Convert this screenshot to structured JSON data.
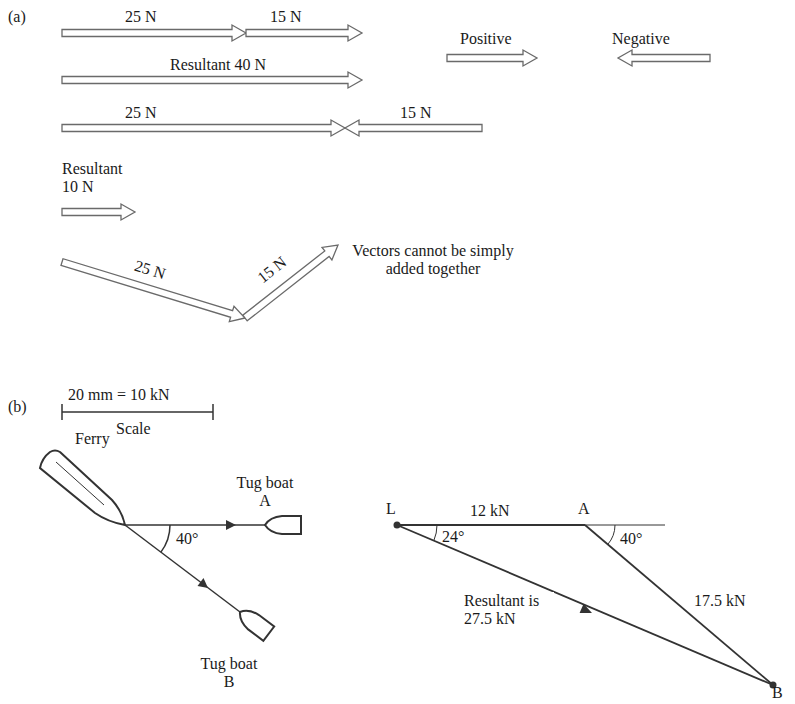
{
  "diagram": {
    "labels": [
      "(a)",
      "25 N",
      "15 N",
      "Resultant 40 N",
      "Positive",
      "Negative",
      "25 N",
      "15 N",
      "Resultant 10 N",
      "25 N",
      "15 N",
      "Vectors cannot be simply added together",
      "(b)",
      "20 mm = 10 kN",
      "Scale",
      "Ferry",
      "Tug boat A",
      "40°",
      "Tug boat B",
      "L",
      "12 kN",
      "A",
      "24°",
      "40°",
      "Resultant is 27.5 kN",
      "17.5 kN",
      "B"
    ]
  }
}
